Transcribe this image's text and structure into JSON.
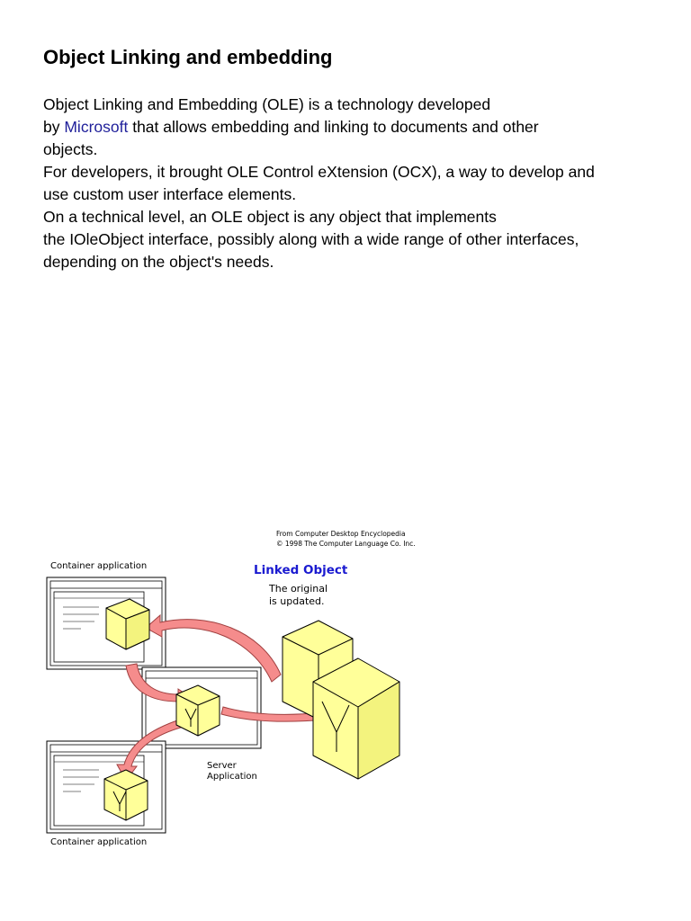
{
  "document": {
    "title": "Object Linking and embedding",
    "paragraph": {
      "line1": "Object Linking and Embedding (OLE) is a technology developed",
      "line2_prefix": "by ",
      "line2_link": "Microsoft",
      "line2_suffix": " that allows embedding and linking to documents and other",
      "line3": "objects.",
      "line4": "For developers, it brought OLE Control eXtension (OCX), a way to develop and",
      "line5": "use custom user interface elements.",
      "line6": "On a technical level, an OLE object is any object that implements",
      "line7": "the IOleObject interface, possibly along with a wide range of other interfaces,",
      "line8": "depending on the object's needs."
    }
  },
  "figure": {
    "credit_line1": "From Computer Desktop Encyclopedia",
    "credit_line2": "© 1998 The Computer Language Co. Inc.",
    "container_label_top": "Container application",
    "container_label_bottom": "Container application",
    "linked_object_title": "Linked Object",
    "linked_object_note_line1": "The original",
    "linked_object_note_line2": "is updated.",
    "server_label_line1": "Server",
    "server_label_line2": "Application"
  },
  "colors": {
    "link": "#1f1f9a",
    "linked_object_title": "#1a1ad0",
    "cube_fill": "#ffff99",
    "arrow_fill": "#f58c8c",
    "arrow_stroke": "#a04040"
  }
}
